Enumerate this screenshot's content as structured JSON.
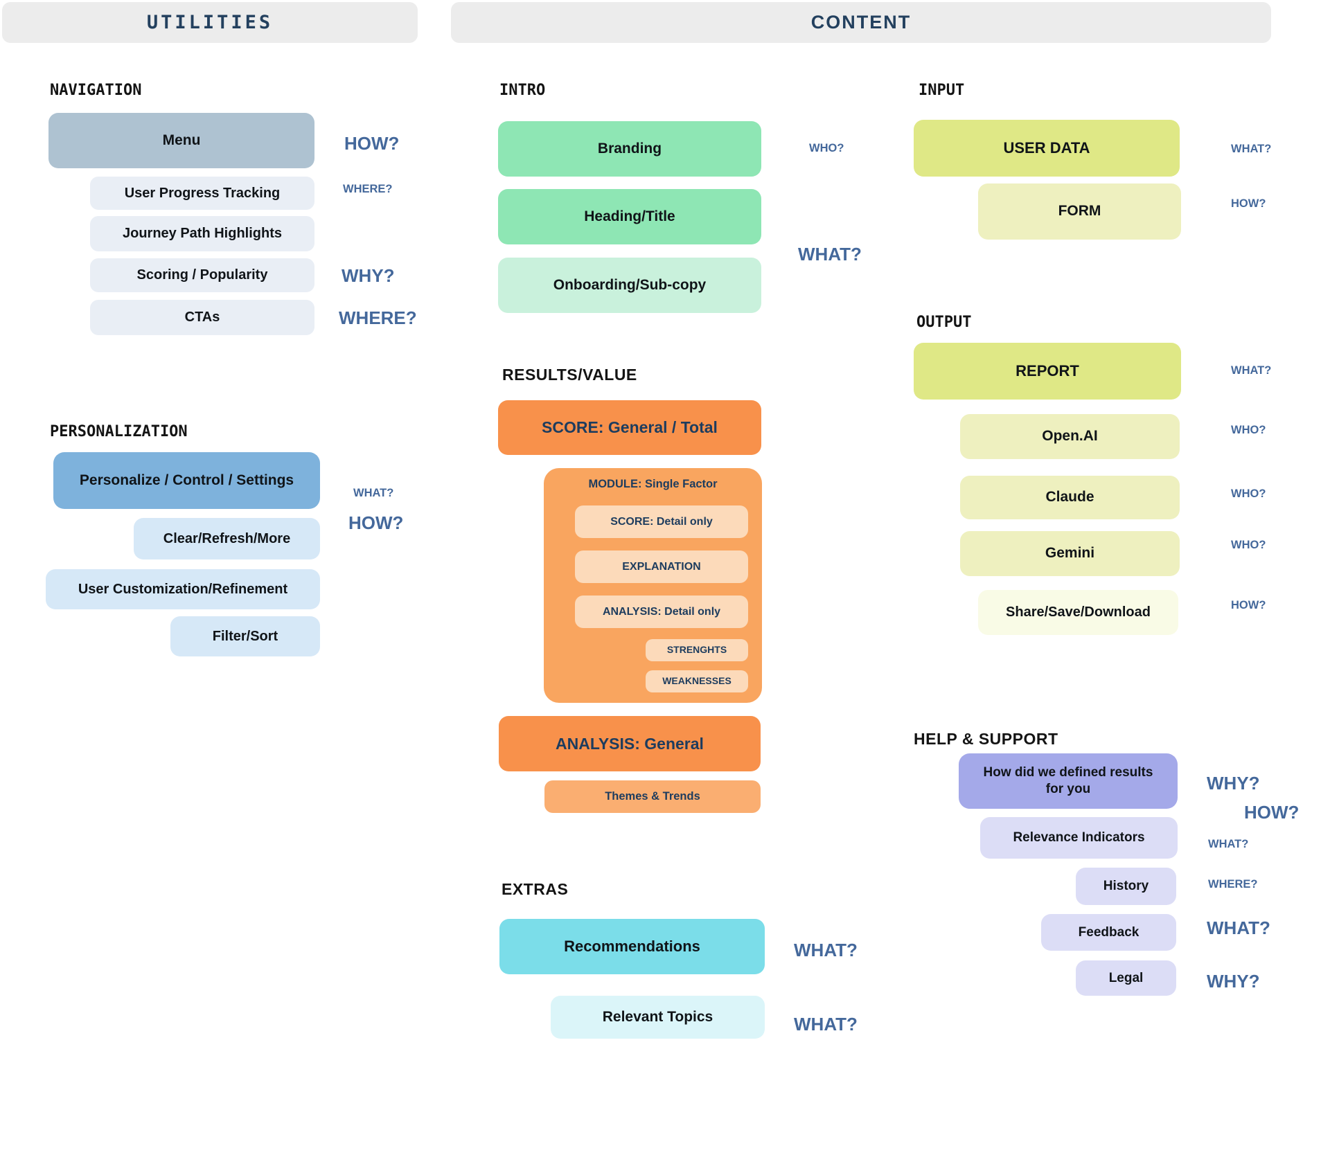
{
  "titles": {
    "utilities": "UTILITIES",
    "content": "CONTENT"
  },
  "colors": {
    "header_bar": "#ececec",
    "title_text": "#23405e",
    "annotation": "#44689b",
    "menu_blue": "#aec2d1",
    "nav_light": "#e9eef5",
    "personalize_blue": "#7eb2dc",
    "personalize_light": "#d6e8f7",
    "green": "#8ee6b4",
    "green_light": "#c9f1dc",
    "orange": "#f8914b",
    "orange_module": "#f9a55f",
    "peach": "#fcdaba",
    "orange_themes": "#faae71",
    "cyan": "#7bdde9",
    "cyan_light": "#dbf5f9",
    "yellow": "#dfe886",
    "yellow_mid": "#eef0bf",
    "yellow_pale": "#f9fbe6",
    "purple": "#a4a9e9",
    "purple_light": "#dcddf6"
  },
  "navigation": {
    "label": "NAVIGATION",
    "menu": "Menu",
    "user_progress": "User Progress Tracking",
    "journey": "Journey Path Highlights",
    "scoring": "Scoring / Popularity",
    "ctas": "CTAs",
    "ann_how": "HOW?",
    "ann_where_small": "WHERE?",
    "ann_why": "WHY?",
    "ann_where_large": "WHERE?"
  },
  "personalization": {
    "label": "PERSONALIZATION",
    "personalize": "Personalize / Control / Settings",
    "clear": "Clear/Refresh/More",
    "customization": "User Customization/Refinement",
    "filter": "Filter/Sort",
    "ann_what": "WHAT?",
    "ann_how": "HOW?"
  },
  "intro": {
    "label": "INTRO",
    "branding": "Branding",
    "heading": "Heading/Title",
    "onboarding": "Onboarding/Sub-copy",
    "ann_who": "WHO?",
    "ann_what": "WHAT?"
  },
  "results": {
    "label": "RESULTS/VALUE",
    "score_general": "SCORE: General / Total",
    "module_label": "MODULE: Single Factor",
    "score_detail": "SCORE: Detail only",
    "explanation": "EXPLANATION",
    "analysis_detail": "ANALYSIS: Detail only",
    "strenghts": "STRENGHTS",
    "weaknesses": "WEAKNESSES",
    "analysis_general": "ANALYSIS: General",
    "themes": "Themes & Trends"
  },
  "extras": {
    "label": "EXTRAS",
    "recommendations": "Recommendations",
    "relevant": "Relevant Topics",
    "ann_what_recommendations": "WHAT?",
    "ann_what_relevant": "WHAT?"
  },
  "input": {
    "label": "INPUT",
    "user_data": "USER DATA",
    "form": "FORM",
    "ann_what": "WHAT?",
    "ann_how": "HOW?"
  },
  "output": {
    "label": "OUTPUT",
    "report": "REPORT",
    "openai": "Open.AI",
    "claude": "Claude",
    "gemini": "Gemini",
    "share": "Share/Save/Download",
    "ann_what": "WHAT?",
    "ann_who_openai": "WHO?",
    "ann_who_claude": "WHO?",
    "ann_who_gemini": "WHO?",
    "ann_how": "HOW?"
  },
  "help": {
    "label": "HELP & SUPPORT",
    "how_defined": "How did we defined results for you",
    "relevance": "Relevance Indicators",
    "history": "History",
    "feedback": "Feedback",
    "legal": "Legal",
    "ann_why_top": "WHY?",
    "ann_how": "HOW?",
    "ann_what_small": "WHAT?",
    "ann_where": "WHERE?",
    "ann_what_large": "WHAT?",
    "ann_why_bottom": "WHY?"
  }
}
